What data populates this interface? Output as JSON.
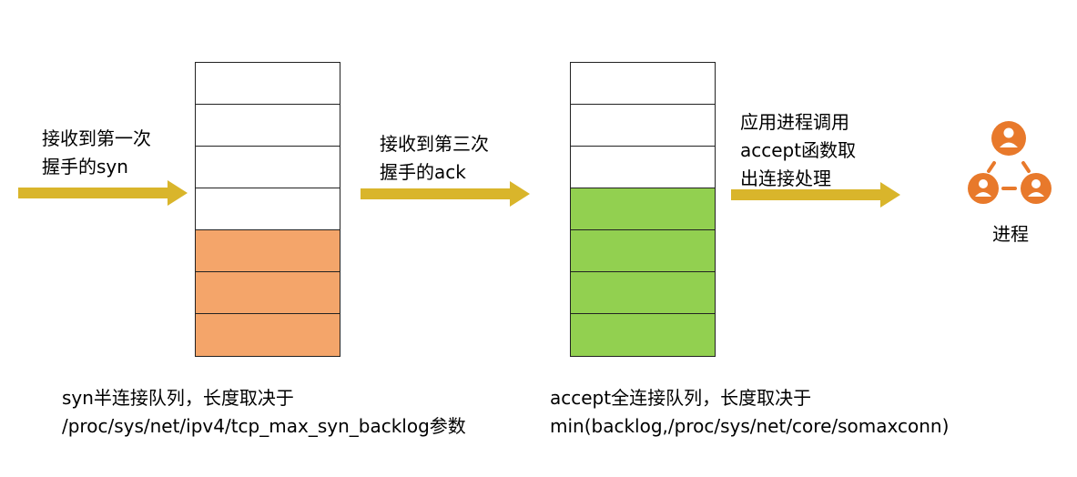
{
  "colors": {
    "arrow": "#D9B52B",
    "syn_filled": "#F4A56A",
    "accept_filled": "#92D050",
    "empty": "#FFFFFF",
    "process_icon": "#E8792B"
  },
  "steps": {
    "receive_syn": [
      "接收到第一次",
      "握手的syn"
    ],
    "receive_ack": [
      "接收到第三次",
      "握手的ack"
    ],
    "app_accept": [
      "应用进程调用",
      "accept函数取",
      "出连接处理"
    ]
  },
  "syn_queue": {
    "cells": [
      "empty",
      "empty",
      "empty",
      "empty",
      "filled",
      "filled",
      "filled"
    ],
    "caption": [
      "syn半连接队列，长度取决于",
      "/proc/sys/net/ipv4/tcp_max_syn_backlog参数"
    ]
  },
  "accept_queue": {
    "cells": [
      "empty",
      "empty",
      "empty",
      "filled",
      "filled",
      "filled",
      "filled"
    ],
    "caption": [
      "accept全连接队列，长度取决于",
      "min(backlog,/proc/sys/net/core/somaxconn)"
    ]
  },
  "process": {
    "label": "进程",
    "icon": "user-group-icon"
  }
}
